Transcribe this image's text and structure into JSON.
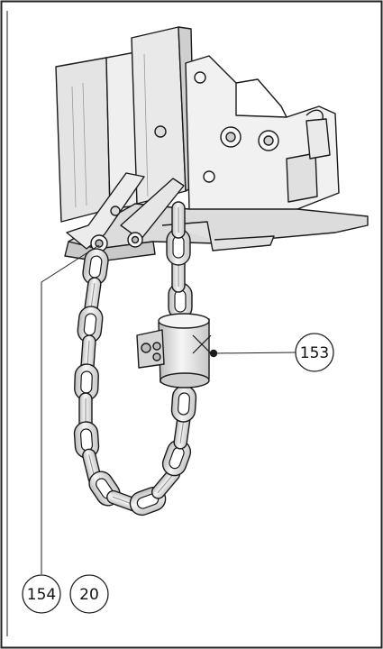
{
  "callouts": {
    "part_153": "153",
    "part_154": "154",
    "part_20": "20"
  },
  "colors": {
    "ink": "#1a1a1a",
    "metal_light": "#f2f2f2",
    "metal_mid": "#d9d9d9",
    "metal_dark": "#b8b8b8"
  }
}
